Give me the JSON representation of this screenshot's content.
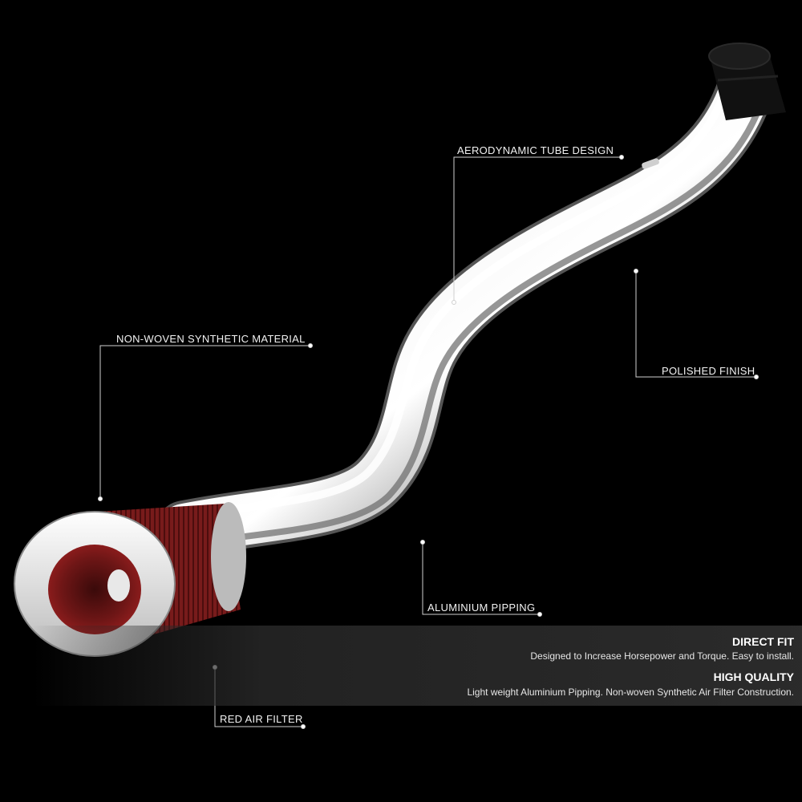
{
  "callouts": {
    "aerodynamic": "AERODYNAMIC TUBE DESIGN",
    "polished": "POLISHED FINISH",
    "material": "NON-WOVEN SYNTHETIC MATERIAL",
    "pipping": "ALUMINIUM PIPPING",
    "filter": "RED AIR FILTER"
  },
  "features": [
    {
      "title": "DIRECT FIT",
      "description": "Designed to Increase Horsepower and Torque. Easy to install."
    },
    {
      "title": "HIGH QUALITY",
      "description": "Light weight Aluminium Pipping. Non-woven Synthetic Air Filter Construction."
    }
  ],
  "colors": {
    "background": "#000000",
    "filter_red": "#8a1c1c",
    "chrome": "#d8d8d8",
    "coupler": "#111111"
  }
}
